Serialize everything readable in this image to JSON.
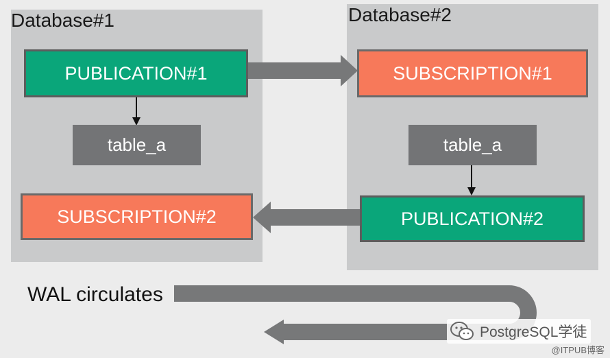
{
  "databases": [
    {
      "title": "Database#1"
    },
    {
      "title": "Database#2"
    }
  ],
  "nodes": {
    "publication1": "PUBLICATION#1",
    "subscription1": "SUBSCRIPTION#1",
    "table_a_db1": "table_a",
    "table_a_db2": "table_a",
    "subscription2": "SUBSCRIPTION#2",
    "publication2": "PUBLICATION#2"
  },
  "wal_label": "WAL circulates",
  "watermark": {
    "brand": "PostgreSQL学徒",
    "credit": "@ITPUB博客"
  },
  "colors": {
    "publication": "#0aa67a",
    "subscription": "#f7795a",
    "table": "#737476",
    "panel": "#c9cacb",
    "arrow": "#777879"
  }
}
